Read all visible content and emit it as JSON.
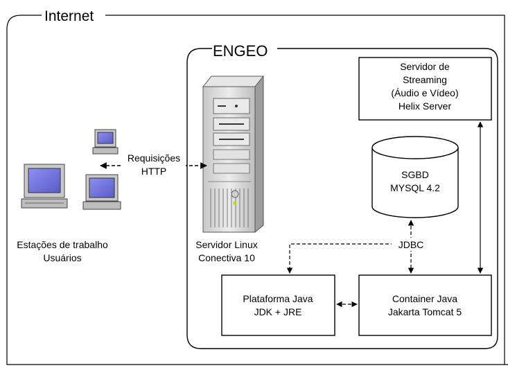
{
  "internet": {
    "label": "Internet"
  },
  "engeo": {
    "label": "ENGEO"
  },
  "streaming": {
    "line1": "Servidor de",
    "line2": "Streaming",
    "line3": "(Áudio e Vídeo)",
    "line4": "Helix Server"
  },
  "sgbd": {
    "line1": "SGBD",
    "line2": "MYSQL 4.2"
  },
  "requests": {
    "line1": "Requisições",
    "line2": "HTTP"
  },
  "workstations": {
    "line1": "Estações de trabalho",
    "line2": "Usuários"
  },
  "server": {
    "line1": "Servidor Linux",
    "line2": "Conectiva 10"
  },
  "jdbc": {
    "label": "JDBC"
  },
  "java_platform": {
    "line1": "Plataforma Java",
    "line2": "JDK + JRE"
  },
  "container": {
    "line1": "Container Java",
    "line2": "Jakarta Tomcat 5"
  }
}
